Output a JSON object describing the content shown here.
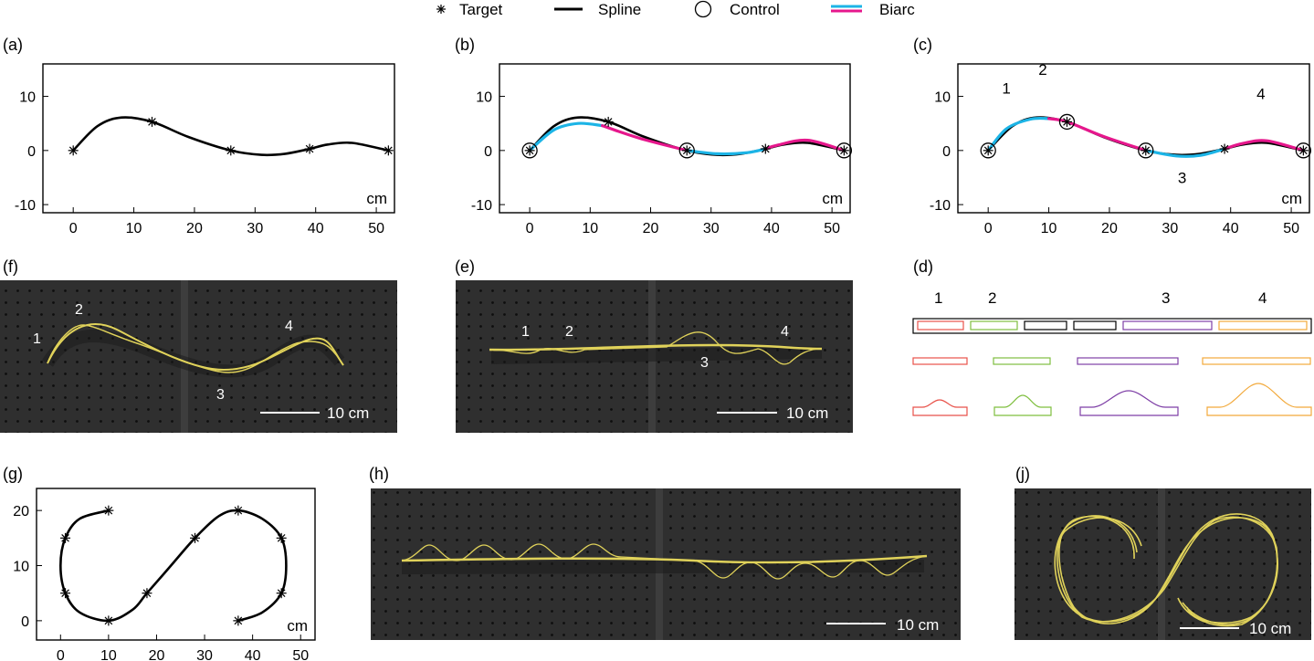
{
  "legend": {
    "items": [
      {
        "label": "Target",
        "icon": "asterisk-icon"
      },
      {
        "label": "Spline",
        "icon": "black-line-icon"
      },
      {
        "label": "Control",
        "icon": "open-circle-icon"
      },
      {
        "label": "Biarc",
        "icon": "cyan-magenta-line-icon"
      }
    ]
  },
  "colors": {
    "spline": "#000000",
    "biarc_a": "#1cb4e6",
    "biarc_b": "#e6178c",
    "rod": "#e0d25a",
    "board": "#2e2e2e",
    "seg1": "#e8524a",
    "seg2": "#7fbf3f",
    "seg3": "#7e3fa6",
    "seg4": "#f2a93b"
  },
  "panels": {
    "a": {
      "label": "(a)"
    },
    "b": {
      "label": "(b)"
    },
    "c": {
      "label": "(c)"
    },
    "d": {
      "label": "(d)",
      "segment_numbers": [
        "1",
        "2",
        "3",
        "4"
      ]
    },
    "e": {
      "label": "(e)",
      "numbers": [
        "1",
        "2",
        "3",
        "4"
      ],
      "scale": "10 cm"
    },
    "f": {
      "label": "(f)",
      "numbers": [
        "1",
        "2",
        "3",
        "4"
      ],
      "scale": "10 cm"
    },
    "g": {
      "label": "(g)"
    },
    "h": {
      "label": "(h)",
      "scale": "10 cm"
    },
    "j": {
      "label": "(j)",
      "scale": "10 cm"
    }
  },
  "axes_abc": {
    "x_ticks": [
      "0",
      "10",
      "20",
      "30",
      "40",
      "50"
    ],
    "y_ticks": [
      "10",
      "0",
      "-10"
    ],
    "unit": "cm",
    "xlim": [
      -5,
      53
    ],
    "ylim": [
      -11.5,
      16
    ]
  },
  "axes_g": {
    "x_ticks": [
      "0",
      "10",
      "20",
      "30",
      "40",
      "50"
    ],
    "y_ticks": [
      "20",
      "10",
      "0"
    ],
    "unit": "cm",
    "xlim": [
      -5,
      53
    ],
    "ylim": [
      -3.5,
      24
    ]
  },
  "chart_data": [
    {
      "type": "line",
      "panel": "a",
      "xlabel": "cm",
      "xlim": [
        -5,
        53
      ],
      "ylim": [
        -11.5,
        16
      ],
      "targets": {
        "x": [
          0,
          13,
          26,
          39,
          52
        ],
        "y": [
          0,
          5.3,
          0,
          0.3,
          0
        ]
      },
      "series": [
        {
          "name": "Spline",
          "x": [
            0,
            4,
            8,
            13,
            19,
            26,
            31,
            35,
            39,
            42,
            46,
            52
          ],
          "y": [
            0,
            4.5,
            6.1,
            5.3,
            2.5,
            0,
            -0.8,
            -0.6,
            0.3,
            1.1,
            1.4,
            0
          ]
        }
      ]
    },
    {
      "type": "line",
      "panel": "b",
      "xlabel": "cm",
      "xlim": [
        -5,
        53
      ],
      "ylim": [
        -11.5,
        16
      ],
      "targets": {
        "x": [
          0,
          13,
          26,
          39,
          52
        ],
        "y": [
          0,
          5.3,
          0,
          0.3,
          0
        ]
      },
      "controls": {
        "x": [
          0,
          26,
          52
        ],
        "y": [
          0,
          0,
          0
        ]
      },
      "series": [
        {
          "name": "Spline",
          "x": [
            0,
            4,
            8,
            13,
            19,
            26,
            31,
            35,
            39,
            42,
            46,
            52
          ],
          "y": [
            0,
            4.5,
            6.1,
            5.3,
            2.5,
            0,
            -0.8,
            -0.6,
            0.3,
            1.1,
            1.4,
            0
          ]
        },
        {
          "name": "Biarc",
          "x": [
            0,
            4,
            8,
            12,
            14,
            19,
            26,
            31,
            36,
            39,
            41,
            46,
            52
          ],
          "y": [
            0,
            3.8,
            5.0,
            4.6,
            3.8,
            2.0,
            0,
            -0.6,
            -0.4,
            0.3,
            1.0,
            1.9,
            0
          ]
        }
      ]
    },
    {
      "type": "line",
      "panel": "c",
      "xlabel": "cm",
      "xlim": [
        -5,
        53
      ],
      "ylim": [
        -11.5,
        16
      ],
      "targets": {
        "x": [
          0,
          13,
          26,
          39,
          52
        ],
        "y": [
          0,
          5.3,
          0,
          0.3,
          0
        ]
      },
      "controls": {
        "x": [
          0,
          13,
          26,
          52
        ],
        "y": [
          0,
          5.3,
          0,
          0
        ]
      },
      "segment_labels": [
        "1",
        "2",
        "3",
        "4"
      ],
      "series": [
        {
          "name": "Spline",
          "x": [
            0,
            4,
            8,
            13,
            19,
            26,
            31,
            35,
            39,
            42,
            46,
            52
          ],
          "y": [
            0,
            4.5,
            6.1,
            5.3,
            2.5,
            0,
            -0.8,
            -0.6,
            0.3,
            1.1,
            1.4,
            0
          ]
        },
        {
          "name": "Biarc",
          "x": [
            0,
            3,
            7,
            10,
            13,
            19,
            26,
            31,
            35,
            39,
            42,
            46,
            52
          ],
          "y": [
            0,
            4.0,
            5.8,
            5.9,
            5.3,
            2.6,
            0,
            -1.0,
            -0.9,
            0.3,
            1.3,
            1.8,
            0
          ]
        }
      ]
    },
    {
      "type": "line",
      "panel": "g",
      "xlabel": "cm",
      "xlim": [
        -5,
        53
      ],
      "ylim": [
        -3.5,
        24
      ],
      "targets": {
        "x": [
          10,
          1,
          1,
          10,
          18,
          28,
          37,
          46,
          46,
          37
        ],
        "y": [
          20,
          15,
          5,
          0,
          5,
          15,
          20,
          15,
          5,
          0
        ]
      },
      "series": [
        {
          "name": "Spline",
          "x": [
            10,
            4,
            1,
            0,
            1,
            4,
            10,
            15,
            18,
            23,
            28,
            33,
            37,
            42,
            46,
            47,
            46,
            42,
            37
          ],
          "y": [
            20,
            18.5,
            15,
            10,
            5,
            1.5,
            0,
            2,
            5,
            10,
            15,
            19,
            20,
            18.5,
            15,
            10,
            5,
            1.5,
            0
          ]
        }
      ]
    }
  ]
}
